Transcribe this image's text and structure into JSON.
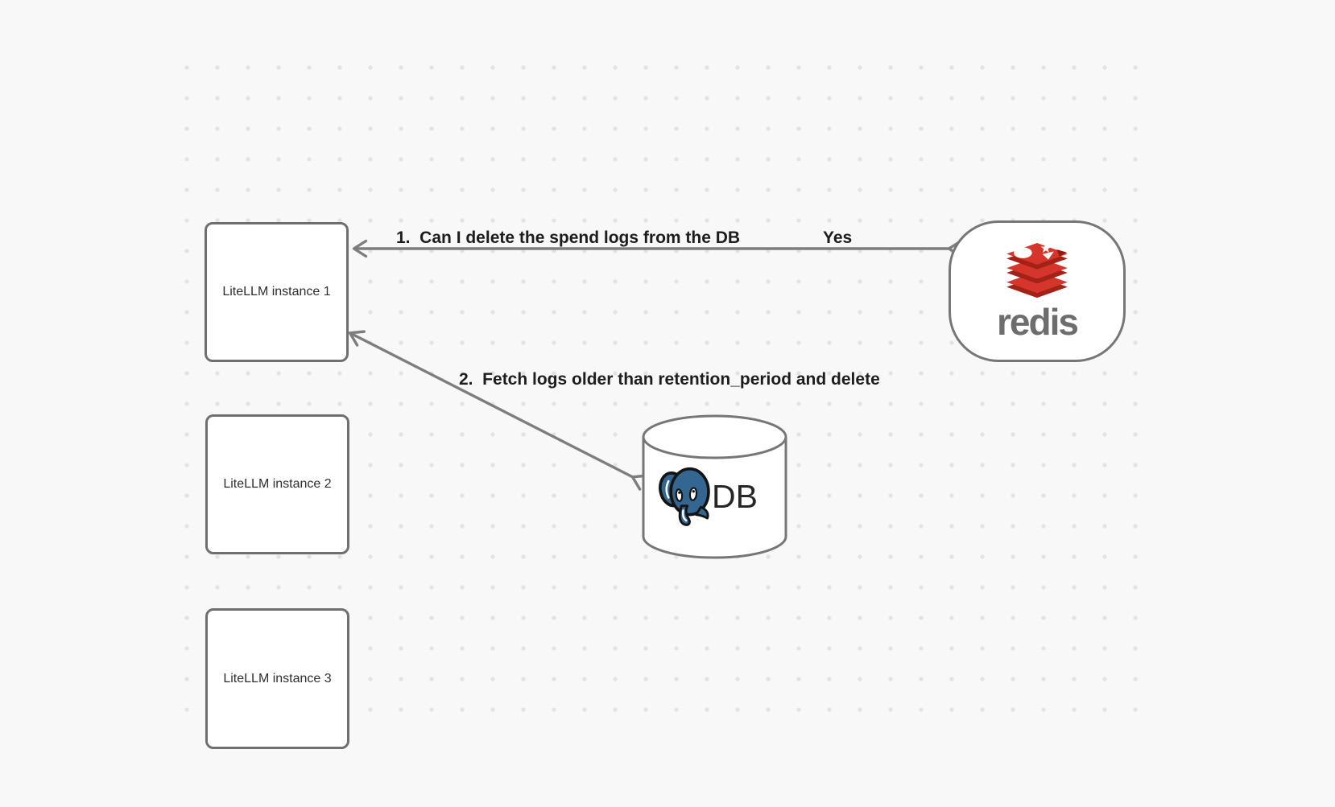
{
  "nodes": {
    "instance1": {
      "label": "LiteLLM instance 1"
    },
    "instance2": {
      "label": "LiteLLM instance 2"
    },
    "instance3": {
      "label": "LiteLLM instance 3"
    },
    "redis": {
      "wordmark": "redis"
    },
    "db": {
      "label": "DB"
    }
  },
  "edges": {
    "edge1": {
      "label": "1.  Can I delete the spend logs from the DB",
      "answer": "Yes",
      "style": "double-headed-arrow"
    },
    "edge2": {
      "label": "2.  Fetch logs older than retention_period and delete",
      "style": "double-headed-arrow"
    }
  },
  "colors": {
    "background": "#f8f8f8",
    "grid_dot": "#e3e3e3",
    "node_border": "#6f6f6f",
    "arrow": "#7d7d7d",
    "edge_label_text": "#1d1d1d",
    "node_label_text": "#2e2e2e",
    "redis_red": "#d5352a",
    "redis_dark_red": "#a32116",
    "redis_wordmark_gray": "#6d6d6d",
    "postgres_blue": "#336791"
  }
}
